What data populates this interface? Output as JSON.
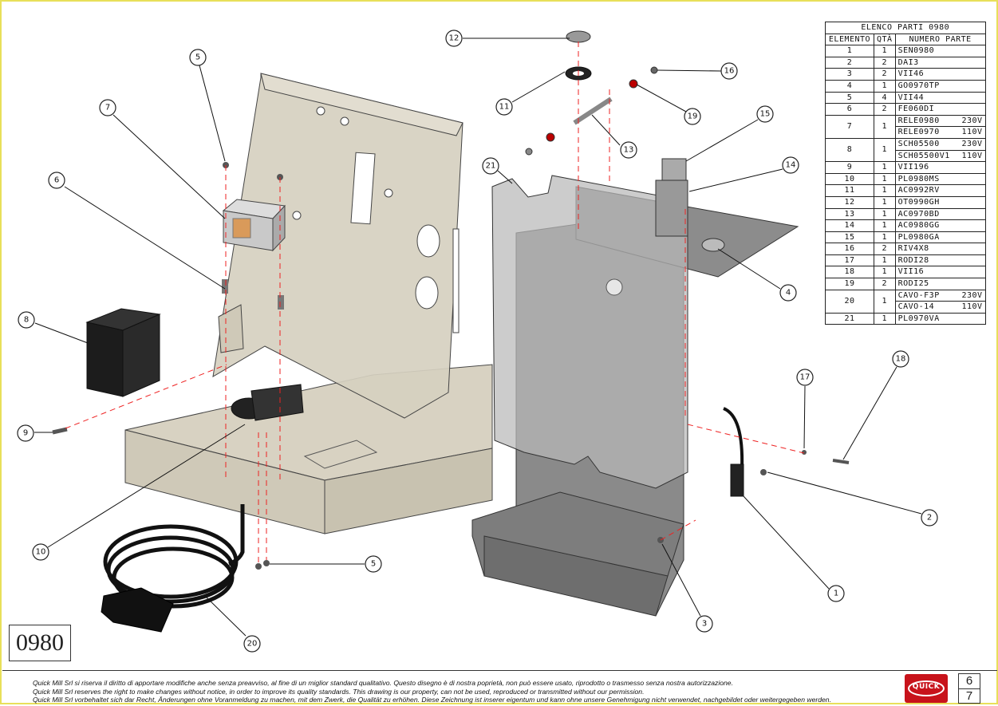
{
  "table": {
    "title": "ELENCO PARTI 0980",
    "headers": {
      "element": "ELEMENTO",
      "qty": "QTÀ",
      "part": "NUMERO PARTE"
    },
    "rows": [
      {
        "el": "1",
        "q": "1",
        "parts": [
          {
            "n": "SEN0980",
            "v": ""
          }
        ]
      },
      {
        "el": "2",
        "q": "2",
        "parts": [
          {
            "n": "DAI3",
            "v": ""
          }
        ]
      },
      {
        "el": "3",
        "q": "2",
        "parts": [
          {
            "n": "VII46",
            "v": ""
          }
        ]
      },
      {
        "el": "4",
        "q": "1",
        "parts": [
          {
            "n": "GO0970TP",
            "v": ""
          }
        ]
      },
      {
        "el": "5",
        "q": "4",
        "parts": [
          {
            "n": "VII44",
            "v": ""
          }
        ]
      },
      {
        "el": "6",
        "q": "2",
        "parts": [
          {
            "n": "FE060DI",
            "v": ""
          }
        ]
      },
      {
        "el": "7",
        "q": "1",
        "parts": [
          {
            "n": "RELE0980",
            "v": "230V"
          },
          {
            "n": "RELE0970",
            "v": "110V"
          }
        ]
      },
      {
        "el": "8",
        "q": "1",
        "parts": [
          {
            "n": "SCH05500",
            "v": "230V"
          },
          {
            "n": "SCH05500V1",
            "v": "110V"
          }
        ]
      },
      {
        "el": "9",
        "q": "1",
        "parts": [
          {
            "n": "VII196",
            "v": ""
          }
        ]
      },
      {
        "el": "10",
        "q": "1",
        "parts": [
          {
            "n": "PL0980MS",
            "v": ""
          }
        ]
      },
      {
        "el": "11",
        "q": "1",
        "parts": [
          {
            "n": "AC0992RV",
            "v": ""
          }
        ]
      },
      {
        "el": "12",
        "q": "1",
        "parts": [
          {
            "n": "OT0990GH",
            "v": ""
          }
        ]
      },
      {
        "el": "13",
        "q": "1",
        "parts": [
          {
            "n": "AC0970BD",
            "v": ""
          }
        ]
      },
      {
        "el": "14",
        "q": "1",
        "parts": [
          {
            "n": "AC0980GG",
            "v": ""
          }
        ]
      },
      {
        "el": "15",
        "q": "1",
        "parts": [
          {
            "n": "PL0980GA",
            "v": ""
          }
        ]
      },
      {
        "el": "16",
        "q": "2",
        "parts": [
          {
            "n": "RIV4X8",
            "v": ""
          }
        ]
      },
      {
        "el": "17",
        "q": "1",
        "parts": [
          {
            "n": "RODI28",
            "v": ""
          }
        ]
      },
      {
        "el": "18",
        "q": "1",
        "parts": [
          {
            "n": "VII16",
            "v": ""
          }
        ]
      },
      {
        "el": "19",
        "q": "2",
        "parts": [
          {
            "n": "RODI25",
            "v": ""
          }
        ]
      },
      {
        "el": "20",
        "q": "1",
        "parts": [
          {
            "n": "CAVO-F3P",
            "v": "230V"
          },
          {
            "n": "CAVO-14",
            "v": "110V"
          }
        ]
      },
      {
        "el": "21",
        "q": "1",
        "parts": [
          {
            "n": "PL0970VA",
            "v": ""
          }
        ]
      }
    ]
  },
  "balloons": [
    "12",
    "5",
    "7",
    "11",
    "16",
    "19",
    "13",
    "15",
    "6",
    "21",
    "14",
    "4",
    "8",
    "9",
    "17",
    "18",
    "2",
    "10",
    "5",
    "1",
    "3",
    "20"
  ],
  "drawing_number": "0980",
  "footer": {
    "disclaimer_it": "Quick Mill Srl si riserva il diritto di apportare modifiche anche senza preavviso, al fine di un miglior standard qualitativo. Questo disegno è di nostra poprietà, non può essere usato, riprodotto o trasmesso senza nostra autorizzazione.",
    "disclaimer_en": "Quick Mill Srl reserves the right to make changes without notice, in order to improve its quality standards. This drawing is our property, can not be used, reproduced or transmitted without our permission.",
    "disclaimer_de": "Quick Mill Srl vorbehaltet sich dar Recht, Änderungen ohne Voranmeldung zu machen, mit dem Zwerk, die Qualität zu erhöhen. Diese Zeichnung ist inserer eigentum und kann ohne unsere Genehmigung nicht verwendet, nachgebildet oder weitergegeben werden.",
    "logo_text": "QUICK",
    "sheet_current": "6",
    "sheet_total": "7"
  },
  "colors": {
    "sheet_border": "#e8e05a",
    "axis_red": "#e22222",
    "logo_red": "#c8131b",
    "tank_grey": "#8a8a8a",
    "plate_beige": "#d6d0c0"
  }
}
